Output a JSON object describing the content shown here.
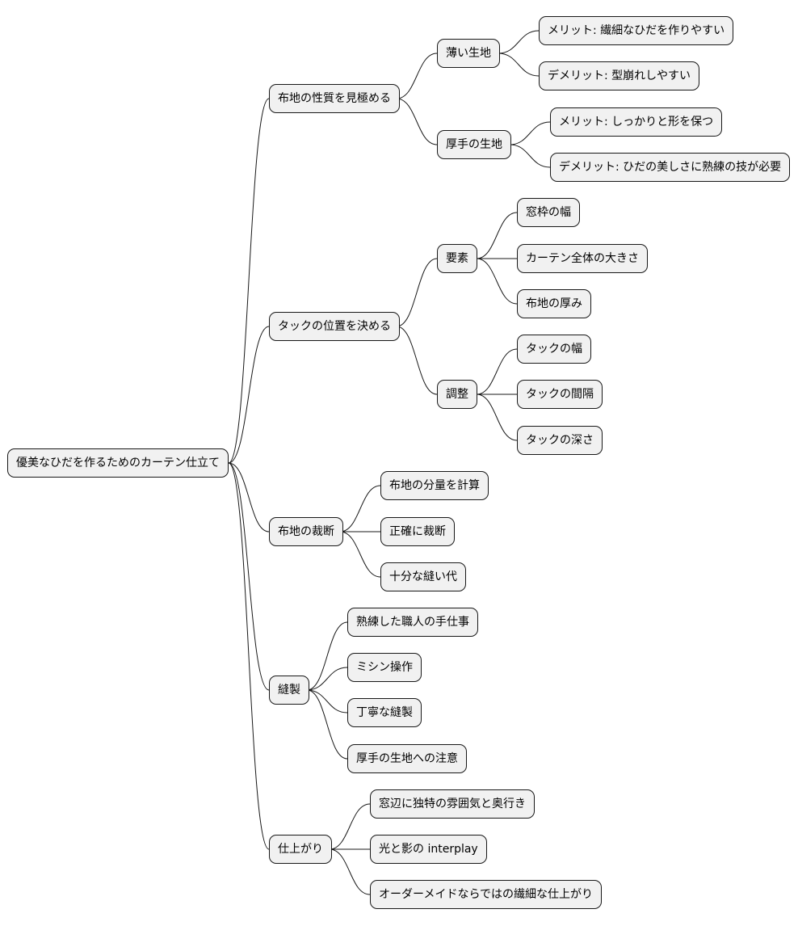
{
  "mindmap": {
    "root": "優美なひだを作るためのカーテン仕立て",
    "branches": [
      {
        "label": "布地の性質を見極める",
        "children": [
          {
            "label": "薄い生地",
            "children": [
              "メリット: 繊細なひだを作りやすい",
              "デメリット: 型崩れしやすい"
            ]
          },
          {
            "label": "厚手の生地",
            "children": [
              "メリット: しっかりと形を保つ",
              "デメリット: ひだの美しさに熟練の技が必要"
            ]
          }
        ]
      },
      {
        "label": "タックの位置を決める",
        "children": [
          {
            "label": "要素",
            "children": [
              "窓枠の幅",
              "カーテン全体の大きさ",
              "布地の厚み"
            ]
          },
          {
            "label": "調整",
            "children": [
              "タックの幅",
              "タックの間隔",
              "タックの深さ"
            ]
          }
        ]
      },
      {
        "label": "布地の裁断",
        "children": [
          "布地の分量を計算",
          "正確に裁断",
          "十分な縫い代"
        ]
      },
      {
        "label": "縫製",
        "children": [
          "熟練した職人の手仕事",
          "ミシン操作",
          "丁寧な縫製",
          "厚手の生地への注意"
        ]
      },
      {
        "label": "仕上がり",
        "children": [
          "窓辺に独特の雰囲気と奥行き",
          "光と影の interplay",
          "オーダーメイドならではの繊細な仕上がり"
        ]
      }
    ]
  }
}
